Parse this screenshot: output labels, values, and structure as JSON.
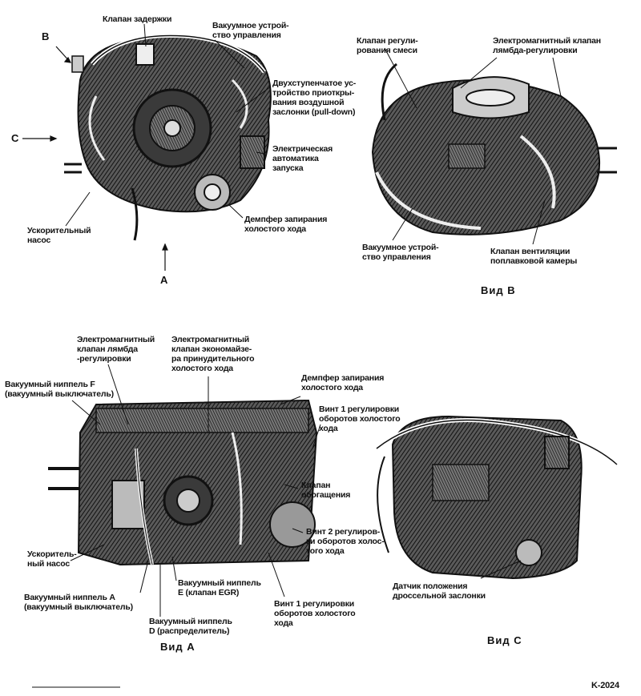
{
  "views": {
    "view_b_title": "Вид B",
    "view_a_title": "Вид A",
    "view_c_title": "Вид C"
  },
  "directions": {
    "b": "B",
    "c": "C",
    "a": "A"
  },
  "top_left_labels": {
    "delay_valve": "Клапан задержки",
    "vacuum_control": "Вакуумное устрой-\nство управления",
    "pull_down": "Двухступенчатое ус-\nтройство приоткры-\nвания воздушной\nзаслонки (pull-down)",
    "electric_choke": "Электрическая\nавтоматика\nзапуска",
    "idle_damper": "Демпфер запирания\nхолостого хода",
    "accel_pump": "Ускорительный\nнасос"
  },
  "top_right_labels": {
    "mixture_valve": "Клапан регули-\nрования смеси",
    "lambda_solenoid": "Электромагнитный клапан\nлямбда-регулировки",
    "vacuum_control": "Вакуумное устрой-\nство управления",
    "float_vent": "Клапан вентиляции\nпоплавковой камеры"
  },
  "bottom_left_labels": {
    "lambda_solenoid": "Электромагнитный\nклапан лямбда\n-регулировки",
    "economizer": "Электромагнитный\nклапан экономайзе-\nра принудительного\nхолостого хода",
    "nipple_f": "Вакуумный ниппель F\n(вакуумный выключатель)",
    "idle_damper": "Демпфер запирания\nхолостого хода",
    "idle_screw_1_top": "Винт 1 регулировки\nоборотов холостого\nхода",
    "enrichment": "Клапан\nобогащения",
    "idle_screw_2": "Винт 2 регулиров-\nки оборотов холос-\nтого хода",
    "accel_pump": "Ускоритель-\nный насос",
    "nipple_e": "Вакуумный ниппель\nE (клапан EGR)",
    "nipple_a": "Вакуумный ниппель A\n(вакуумный выключатель)",
    "nipple_d": "Вакуумный ниппель\nD (распределитель)",
    "idle_screw_1_bottom": "Винт 1 регулировки\nоборотов холостого\nхода"
  },
  "bottom_right_labels": {
    "throttle_sensor": "Датчик положения\nдроссельной заслонки"
  },
  "figure_code": "K-2024",
  "colors": {
    "ink": "#111111",
    "shade": "#444444",
    "paper": "#ffffff"
  }
}
